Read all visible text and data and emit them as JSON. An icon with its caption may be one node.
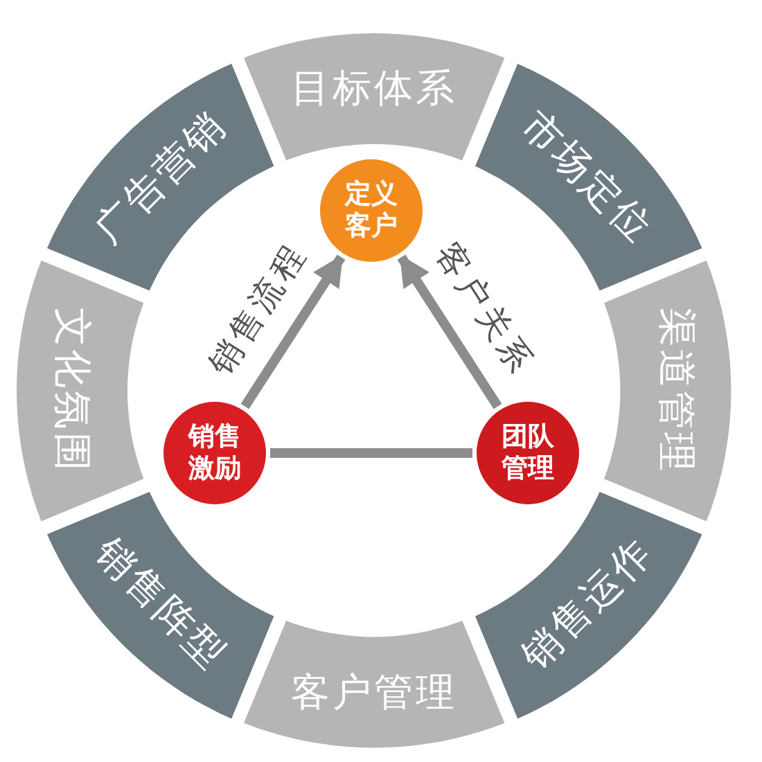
{
  "diagram": {
    "nodes": [
      {
        "text": [
          "目标体系"
        ]
      },
      {
        "text": [
          "市场定位"
        ]
      },
      {
        "text": [
          "渠道管理"
        ]
      },
      {
        "text": [
          "销售运作"
        ]
      },
      {
        "text": [
          "客户管理"
        ]
      },
      {
        "text": [
          "销售阵型"
        ]
      },
      {
        "text": [
          "文化氛围"
        ]
      },
      {
        "text": [
          "广告营销"
        ]
      },
      {
        "text": [
          "定义客户"
        ]
      },
      {
        "text": [
          "销售激励"
        ]
      },
      {
        "text": [
          "团队管理"
        ]
      }
    ],
    "edges": [
      {
        "from": 9,
        "to": 8,
        "arrow": "to",
        "label": "销售流程"
      },
      {
        "from": 10,
        "to": 8,
        "arrow": "to",
        "label": "客户关系"
      },
      {
        "from": 9,
        "to": 10,
        "arrow": "none"
      }
    ]
  }
}
